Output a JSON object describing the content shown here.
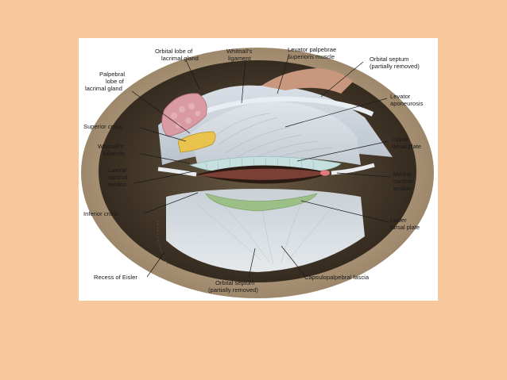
{
  "slide": {
    "background": "#f8c79b",
    "figure_background": "#ffffff"
  },
  "labels": {
    "orbital_lobe_1": "Orbital lobe of",
    "orbital_lobe_2": "lacrimal gland",
    "whitnall_lig_1": "Whitnall's",
    "whitnall_lig_2": "ligament",
    "levator_muscle_1": "Levator palpebrae",
    "levator_muscle_2": "superioris muscle",
    "orbital_septum_top_1": "Orbital septum",
    "orbital_septum_top_2": "(partially removed)",
    "palpebral_lobe_1": "Palpebral",
    "palpebral_lobe_2": "lobe of",
    "palpebral_lobe_3": "lacrimal gland",
    "levator_apo_1": "Levator",
    "levator_apo_2": "aponeurosis",
    "superior_crura": "Superior crura",
    "whitnall_tub_1": "Whitnall's",
    "whitnall_tub_2": "tubercle",
    "upper_tarsal_1": "Upper",
    "upper_tarsal_2": "tarsal plate",
    "lateral_canthal_1": "Lateral",
    "lateral_canthal_2": "canthal",
    "lateral_canthal_3": "tendon",
    "medial_canthal_1": "Medial",
    "medial_canthal_2": "canthal",
    "medial_canthal_3": "tendon",
    "inferior_crura": "Inferior crura",
    "lower_tarsal_1": "Lower",
    "lower_tarsal_2": "tarsal plate",
    "recess_eisler": "Recess of Eisler",
    "orbital_septum_bottom_1": "Orbital septum",
    "orbital_septum_bottom_2": "(partially removed)",
    "capsulopalpebral": "Capsulopalpebral fascia"
  }
}
